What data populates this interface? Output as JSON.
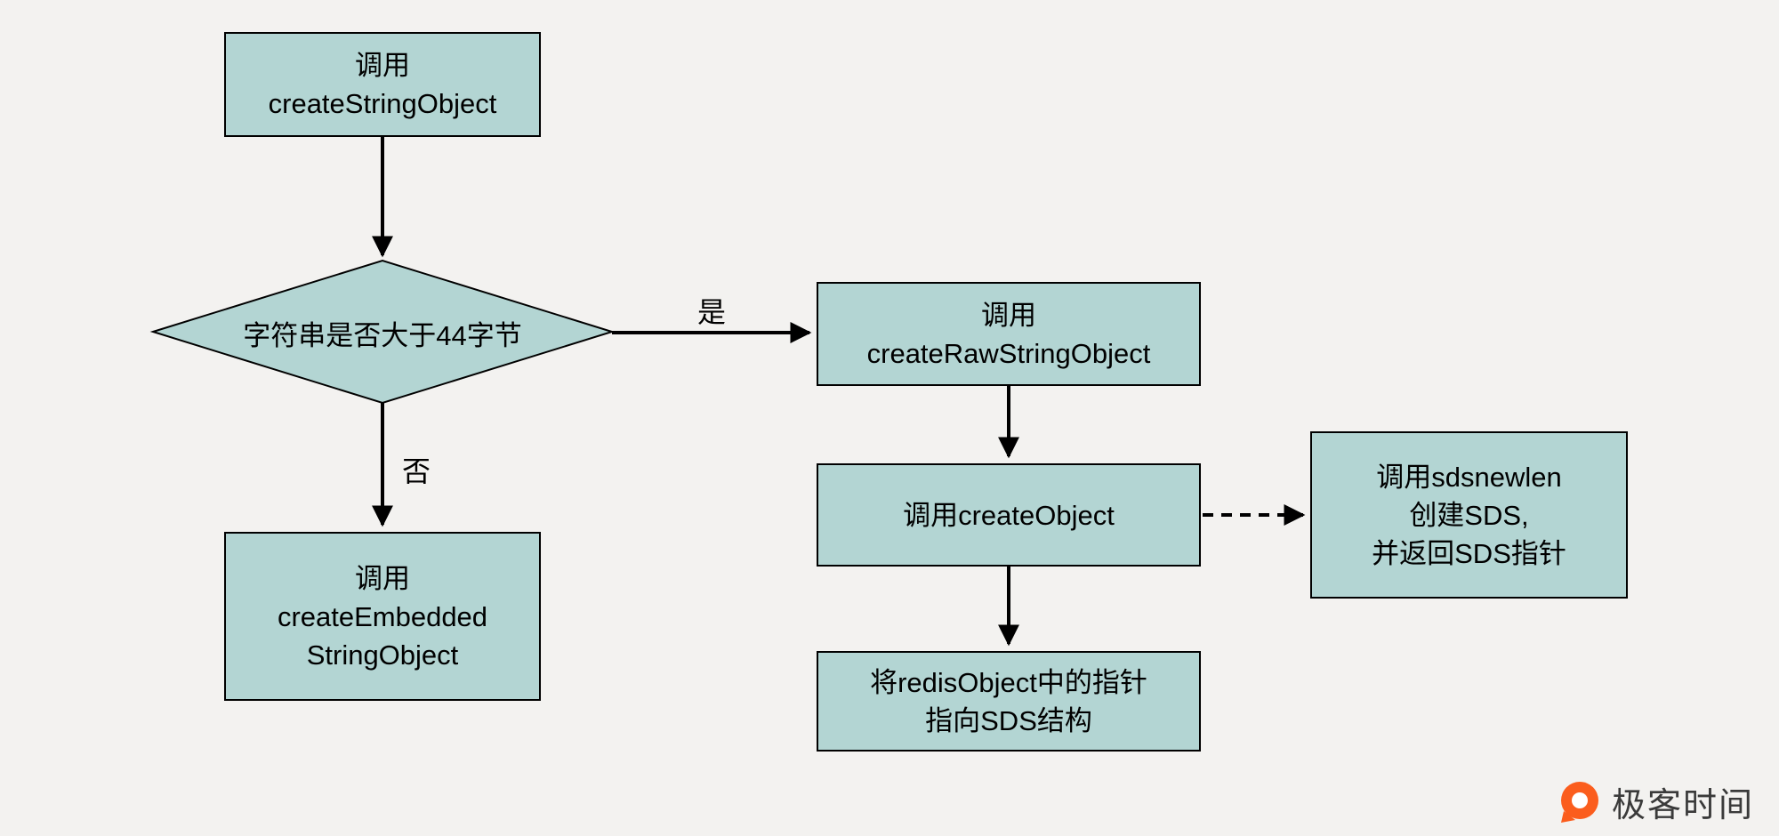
{
  "page": {
    "background": "#f3f2f0"
  },
  "flowchart": {
    "nodes": {
      "createStringObject": {
        "line1": "调用",
        "line2": "createStringObject"
      },
      "decision": {
        "label": "字符串是否大于44字节"
      },
      "createRawStringObject": {
        "line1": "调用",
        "line2": "createRawStringObject"
      },
      "createEmbeddedStringObject": {
        "line1": "调用",
        "line2": "createEmbedded",
        "line3": "StringObject"
      },
      "createObject": {
        "label": "调用createObject"
      },
      "sdsnewlen": {
        "line1": "调用sdsnewlen",
        "line2": "创建SDS,",
        "line3": "并返回SDS指针"
      },
      "redisObjectPointer": {
        "line1": "将redisObject中的指针",
        "line2": "指向SDS结构"
      }
    },
    "edge_labels": {
      "yes": "是",
      "no": "否"
    },
    "colors": {
      "node_fill": "#b3d5d3",
      "node_border": "#000000",
      "arrow": "#000000"
    }
  },
  "branding": {
    "name": "极客时间",
    "color": "#fb5d1d"
  }
}
